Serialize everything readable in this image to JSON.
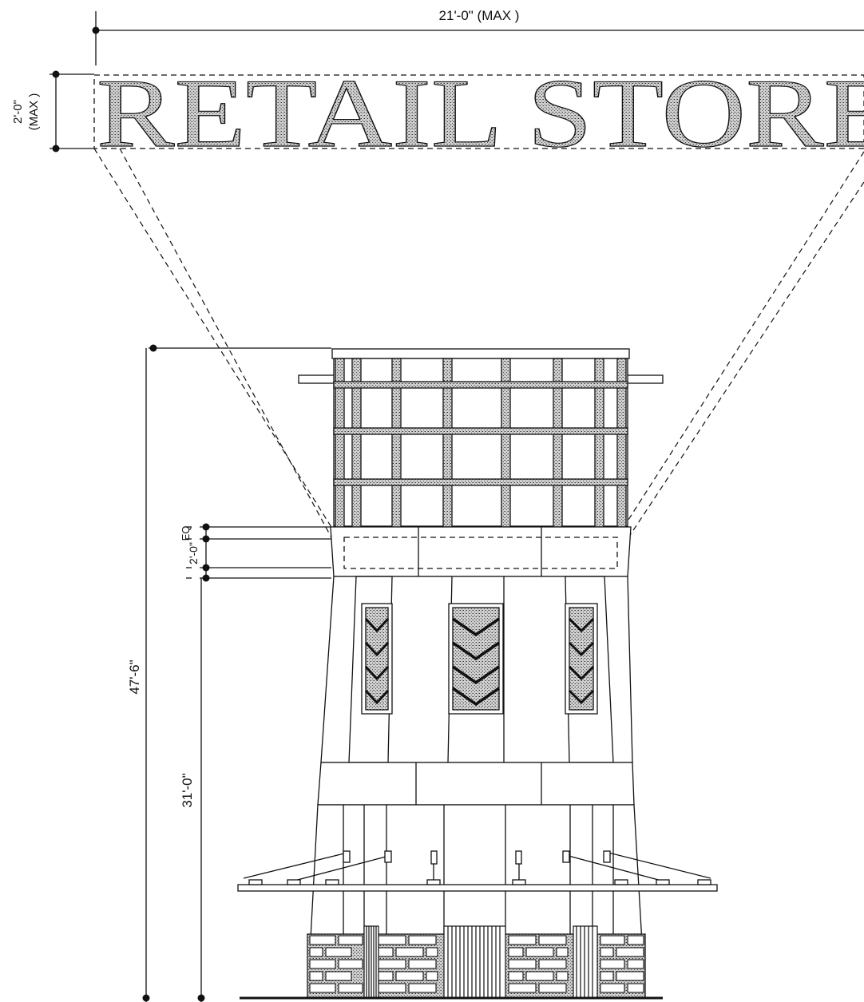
{
  "drawing": {
    "sign_text": "RETAIL STORE",
    "dimensions": {
      "sign_width": "21'-0\" (MAX )",
      "sign_height_value": "2'-0\"",
      "sign_height_note": "(MAX )",
      "eq_label": "EQ",
      "band_height": "2'-0\"",
      "tower_height": "47'-6\"",
      "band_elevation": "31'-0\""
    },
    "colors": {
      "line": "#111111",
      "sign_fill": "#8a8a8a",
      "background": "#ffffff"
    }
  }
}
